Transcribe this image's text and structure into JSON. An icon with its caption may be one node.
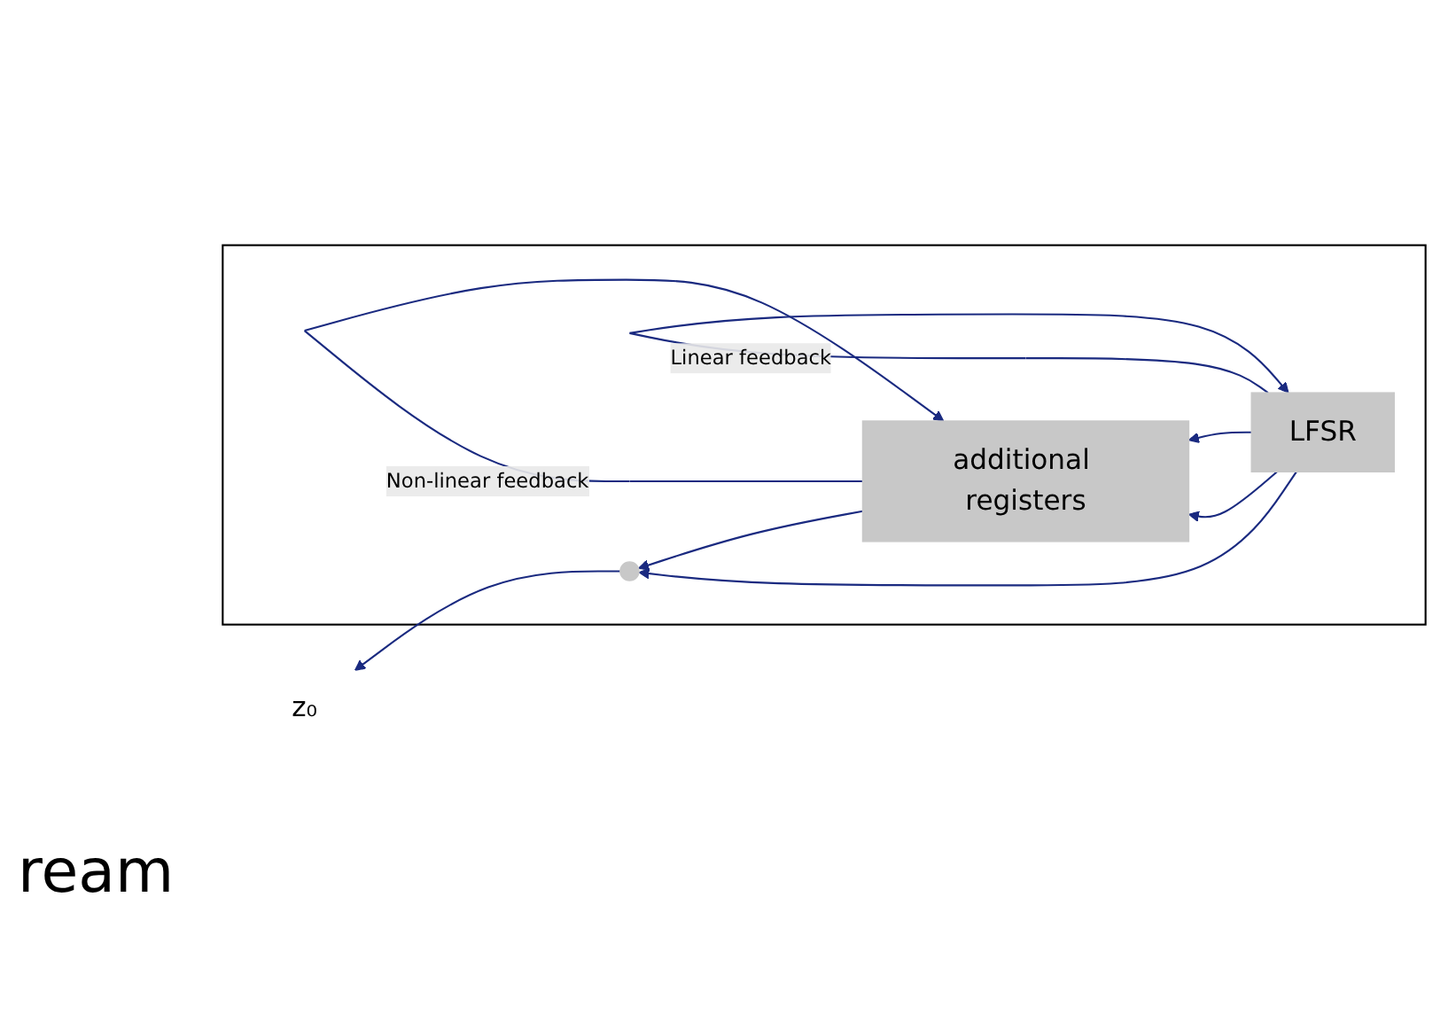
{
  "diagram": {
    "nodes": [
      {
        "text": [],
        "shape": "box"
      },
      {
        "text": [
          "LFSR"
        ],
        "in": 0
      },
      {
        "text": [
          "additional registers"
        ],
        "in": 0
      },
      {
        "text": [],
        "shape": "circle",
        "in": 0
      },
      {
        "text": [
          "z₀"
        ]
      }
    ],
    "edges": [
      {
        "from": 1,
        "to": 1,
        "arrow": "to",
        "label": "Linear feedback"
      },
      {
        "from": 1,
        "to": 3,
        "arrow": "to"
      },
      {
        "from": 1,
        "to": 2,
        "arrow": "to"
      },
      {
        "from": 1,
        "to": 2,
        "arrow": "to"
      },
      {
        "from": 2,
        "to": 2,
        "arrow": "to",
        "label": "Non-linear feedback"
      },
      {
        "from": 2,
        "to": 3,
        "arrow": "to"
      },
      {
        "from": 3,
        "to": 4,
        "arrow": "to"
      }
    ],
    "labels": [
      "ream"
    ]
  }
}
